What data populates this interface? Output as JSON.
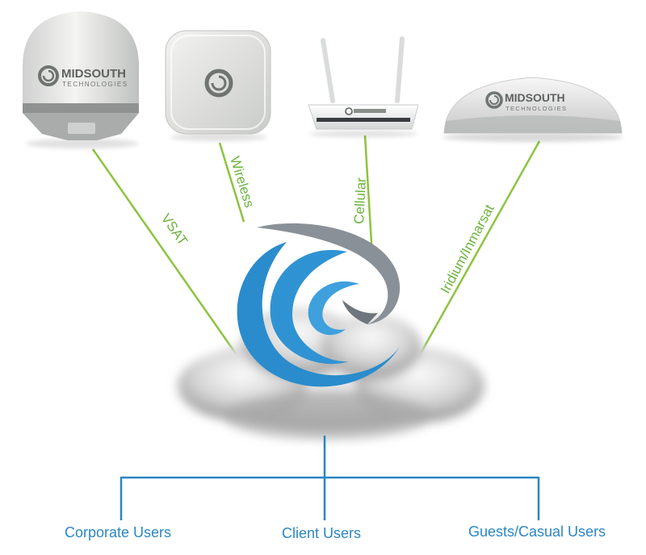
{
  "brand": {
    "logo_name": "MIDSOUTH",
    "logo_sub": "TECHNOLOGIES"
  },
  "colors": {
    "link_line": "#8cc43f",
    "link_text": "#6cb33e",
    "tree_line": "#2b86c2",
    "user_text": "#2b86c2",
    "swirl_blue": "#2a8ccc",
    "swirl_gray": "#8a9097"
  },
  "devices": [
    {
      "icon": "vsat-dome-icon",
      "link_label": "VSAT"
    },
    {
      "icon": "wireless-access-point-icon",
      "link_label": "Wireless"
    },
    {
      "icon": "cellular-router-icon",
      "link_label": "Cellular"
    },
    {
      "icon": "iridium-inmarsat-antenna-icon",
      "link_label": "Iridium/Inmarsat"
    }
  ],
  "hub": {
    "icon": "midsouth-swirl-cloud-icon"
  },
  "users": [
    {
      "label": "Corporate Users"
    },
    {
      "label": "Client Users"
    },
    {
      "label": "Guests/Casual Users"
    }
  ]
}
